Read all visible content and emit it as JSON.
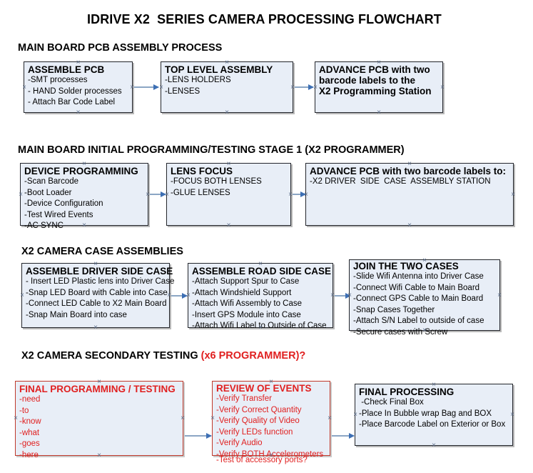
{
  "document": {
    "title": "IDRIVE X2  SERIES CAMERA PROCESSING FLOWCHART"
  },
  "colors": {
    "box_fill": "#e8eef7",
    "box_border": "#23252b",
    "red_accent": "#e02020",
    "arrow_line": "#8ba6c4",
    "arrow_head": "#3d6fb4",
    "text": "#000000"
  },
  "sections": [
    {
      "id": "main-board-pcb-assembly",
      "heading": "MAIN BOARD PCB ASSEMBLY PROCESS",
      "heading_red": "",
      "nodes": [
        {
          "id": "assemble-pcb",
          "title": "ASSEMBLE PCB",
          "lines": [
            "-SMT processes",
            "- HAND Solder processes",
            "- Attach Bar Code Label"
          ]
        },
        {
          "id": "top-level-assembly",
          "title": "TOP LEVEL ASSEMBLY",
          "lines": [
            "-LENS HOLDERS",
            "-LENSES"
          ]
        },
        {
          "id": "advance-pcb-programming-station",
          "title": "ADVANCE PCB with two\nbarcode labels to the\n X2 Programming Station",
          "lines": []
        }
      ]
    },
    {
      "id": "main-board-initial-programming",
      "heading": "MAIN BOARD INITIAL PROGRAMMING/TESTING STAGE 1 (X2 PROGRAMMER)",
      "heading_red": "",
      "nodes": [
        {
          "id": "device-programming",
          "title": "DEVICE PROGRAMMING",
          "lines": [
            "-Scan Barcode",
            "-Boot Loader",
            "-Device Configuration",
            "-Test Wired Events",
            "-AC SYNC"
          ]
        },
        {
          "id": "lens-focus",
          "title": "LENS FOCUS",
          "lines": [
            "-FOCUS BOTH LENSES",
            "-GLUE LENSES"
          ]
        },
        {
          "id": "advance-pcb-driver-side-case",
          "title": "ADVANCE PCB with two barcode labels to:",
          "lines": [
            "-X2 DRIVER  SIDE  CASE  ASSEMBLY STATION"
          ]
        }
      ]
    },
    {
      "id": "x2-camera-case-assemblies",
      "heading": "X2 CAMERA CASE ASSEMBLIES",
      "heading_red": "",
      "nodes": [
        {
          "id": "assemble-driver-side-case",
          "title": "ASSEMBLE DRIVER SIDE CASE",
          "lines": [
            "- Insert LED Plastic lens into Driver Case",
            "-Snap LED Board with Cable into Case",
            "-Connect LED Cable to X2 Main Board",
            "-Snap Main Board into case"
          ]
        },
        {
          "id": "assemble-road-side-case",
          "title": "ASSEMBLE ROAD SIDE CASE",
          "lines": [
            "-Attach Support Spur to Case",
            "-Attach Windshield Support",
            "-Attach Wifi Assembly to Case",
            "-Insert GPS Module into Case",
            "-Attach Wifi Label to Outside of Case"
          ]
        },
        {
          "id": "join-the-two-cases",
          "title": "JOIN THE TWO CASES",
          "lines": [
            "-Slide Wifi Antenna into Driver Case",
            "-Connect Wifi Cable to Main Board",
            "-Connect GPS Cable to Main Board",
            "-Snap Cases Together",
            "-Attach S/N Label to outside of case",
            "-Secure cases with Screw"
          ]
        }
      ]
    },
    {
      "id": "x2-camera-secondary-testing",
      "heading": "X2 CAMERA SECONDARY TESTING ",
      "heading_red": "(x6 PROGRAMMER)?",
      "nodes": [
        {
          "id": "final-programming-testing",
          "title": "FINAL PROGRAMMING / TESTING",
          "lines": [
            "-need",
            "-to",
            "-know",
            "-what",
            "-goes",
            "-here"
          ]
        },
        {
          "id": "review-of-events",
          "title": "REVIEW OF EVENTS",
          "lines": [
            "-Verify Transfer",
            "-Verify Correct Quantity",
            "-Verify Quality of Video",
            "-Verify LEDs function",
            "-Verify Audio",
            "-Verify BOTH Accelerometers"
          ],
          "overflow_line": "-Test of accessory ports?"
        },
        {
          "id": "final-processing",
          "title": "FINAL PROCESSING",
          "lines": [
            " -Check Final Box",
            "-Place In Bubble wrap Bag and BOX",
            "-Place Barcode Label on Exterior or Box"
          ]
        }
      ]
    }
  ]
}
